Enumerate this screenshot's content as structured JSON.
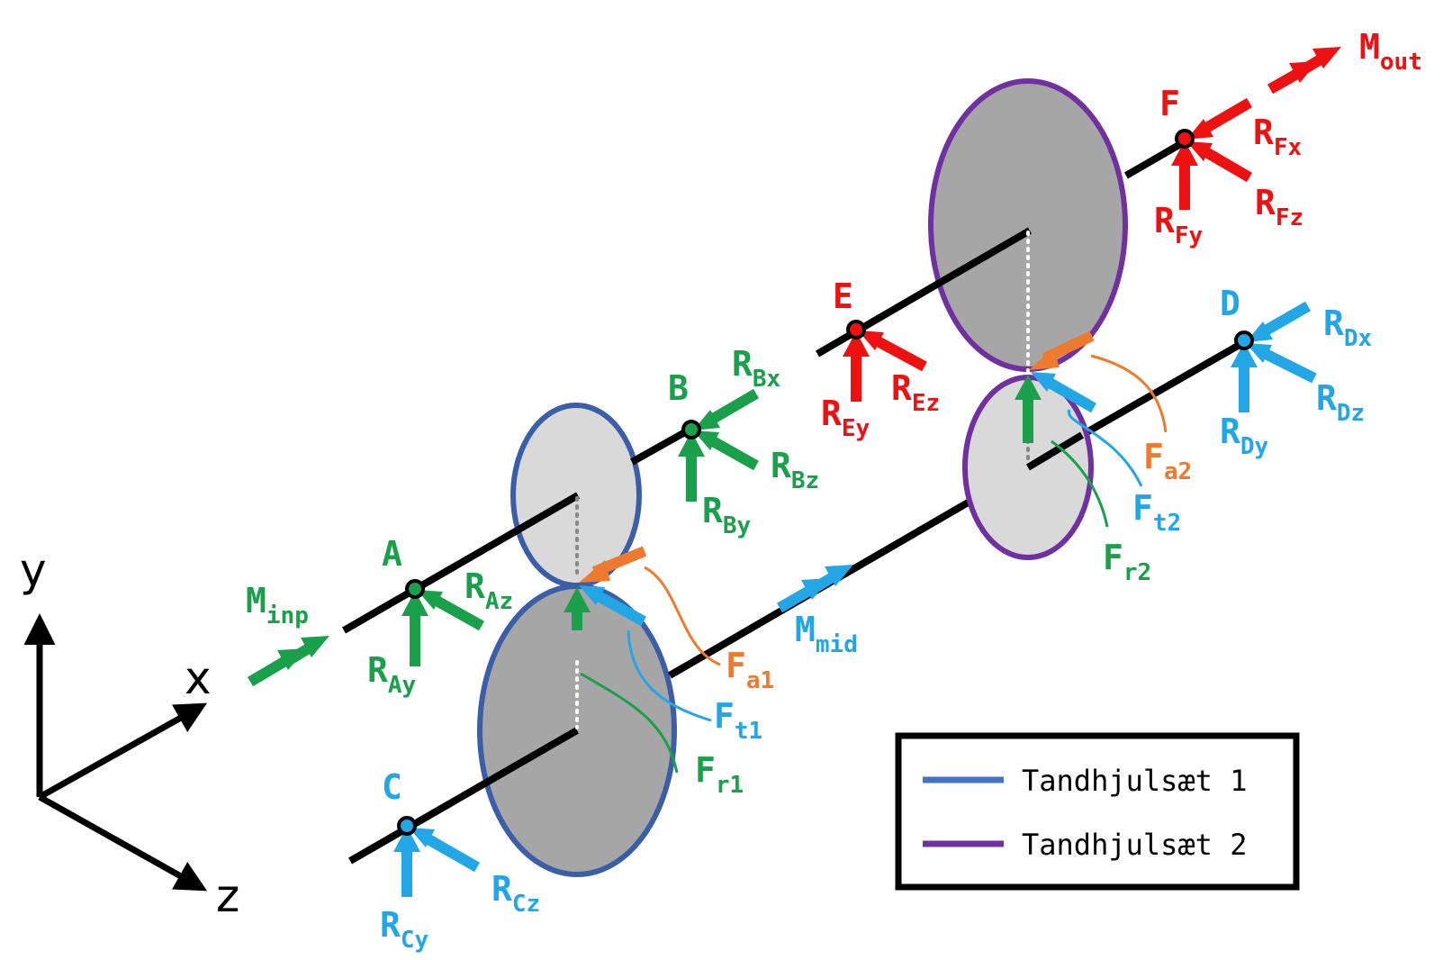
{
  "colors": {
    "green": "#1aa04a",
    "blue": "#23a6e6",
    "red": "#ee1111",
    "orange": "#ed7a2e",
    "gearset1": "#3a5ea8",
    "gearset2": "#7030a0",
    "gear_light": "#d9d9d9",
    "gear_dark": "#a6a6a6",
    "shaft": "#000000"
  },
  "axes": {
    "x": "x",
    "y": "y",
    "z": "z"
  },
  "bearings": {
    "A": {
      "label": "A",
      "force_y": {
        "main": "R",
        "sub": "Ay"
      },
      "force_z": {
        "main": "R",
        "sub": "Az"
      }
    },
    "B": {
      "label": "B",
      "force_x": {
        "main": "R",
        "sub": "Bx"
      },
      "force_y": {
        "main": "R",
        "sub": "By"
      },
      "force_z": {
        "main": "R",
        "sub": "Bz"
      }
    },
    "C": {
      "label": "C",
      "force_y": {
        "main": "R",
        "sub": "Cy"
      },
      "force_z": {
        "main": "R",
        "sub": "Cz"
      }
    },
    "D": {
      "label": "D",
      "force_x": {
        "main": "R",
        "sub": "Dx"
      },
      "force_y": {
        "main": "R",
        "sub": "Dy"
      },
      "force_z": {
        "main": "R",
        "sub": "Dz"
      }
    },
    "E": {
      "label": "E",
      "force_y": {
        "main": "R",
        "sub": "Ey"
      },
      "force_z": {
        "main": "R",
        "sub": "Ez"
      }
    },
    "F": {
      "label": "F",
      "force_x": {
        "main": "R",
        "sub": "Fx"
      },
      "force_y": {
        "main": "R",
        "sub": "Fy"
      },
      "force_z": {
        "main": "R",
        "sub": "Fz"
      }
    }
  },
  "moments": {
    "inp": {
      "main": "M",
      "sub": "inp"
    },
    "mid": {
      "main": "M",
      "sub": "mid"
    },
    "out": {
      "main": "M",
      "sub": "out"
    }
  },
  "gear_forces": {
    "a1": {
      "main": "F",
      "sub": "a1"
    },
    "t1": {
      "main": "F",
      "sub": "t1"
    },
    "r1": {
      "main": "F",
      "sub": "r1"
    },
    "a2": {
      "main": "F",
      "sub": "a2"
    },
    "t2": {
      "main": "F",
      "sub": "t2"
    },
    "r2": {
      "main": "F",
      "sub": "r2"
    }
  },
  "legend": {
    "item1": "Tandhjulsæt 1",
    "item2": "Tandhjulsæt 2"
  }
}
